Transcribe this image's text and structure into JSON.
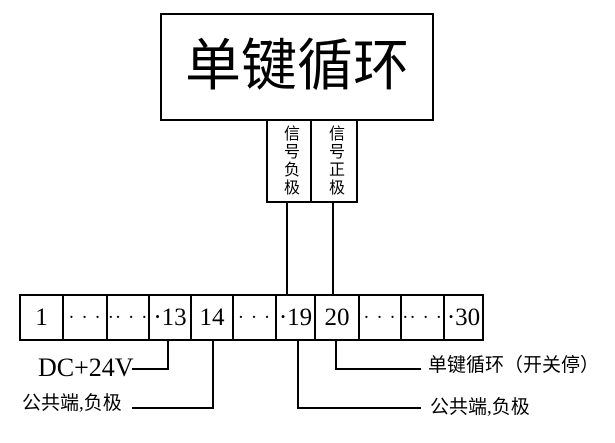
{
  "device_box": {
    "title": "单键循环"
  },
  "signal_labels": {
    "negative": "信号负极",
    "positive": "信号正极"
  },
  "terminal_strip": {
    "cells": [
      "1",
      "· · ·",
      "·· · ·",
      "·13",
      "14",
      "· · ·",
      "·19",
      "20",
      "· · ·",
      "·· · ·",
      "·30"
    ]
  },
  "annotations": {
    "dc_power": "DC+24V",
    "common_negative_left": "公共端,负极",
    "single_key_cycle_switch": "单键循环（开关停）",
    "common_negative_right": "公共端,负极"
  },
  "colors": {
    "line": "#000000",
    "background": "#ffffff",
    "text": "#000000"
  }
}
